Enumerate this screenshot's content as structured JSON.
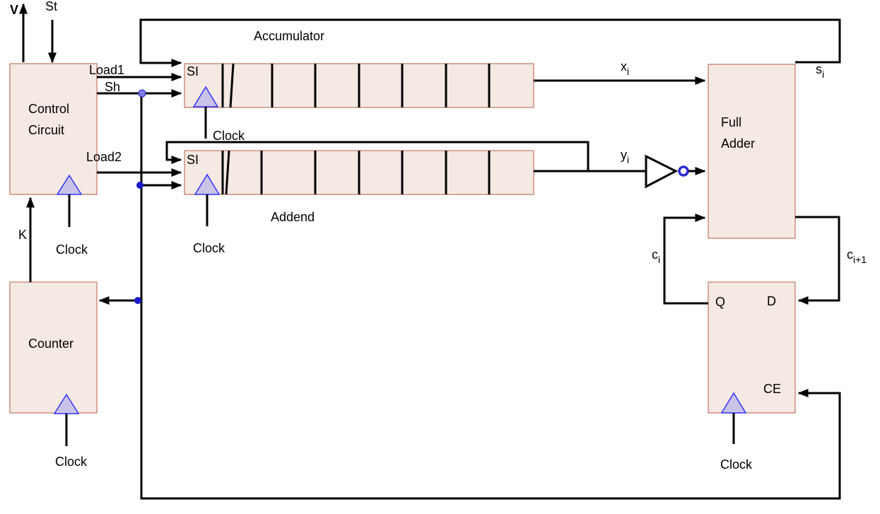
{
  "labels": {
    "v": "V",
    "st": "St",
    "accumulator": "Accumulator",
    "load1": "Load1",
    "sh": "Sh",
    "load2": "Load2",
    "si_acc": "SI",
    "si_add": "SI",
    "control_line1": "Control",
    "control_line2": "Circuit",
    "clock_shift_reg": "Clock",
    "addend": "Addend",
    "x_base": "x",
    "x_sub": "i",
    "y_base": "y",
    "y_sub": "i",
    "s_base": "s",
    "s_sub": "i",
    "full_line1": "Full",
    "full_line2": "Adder",
    "c_base": "c",
    "c_sub": "i",
    "cnext_base": "c",
    "cnext_sub": "i+1",
    "q": "Q",
    "d": "D",
    "ce": "CE",
    "k": "K",
    "counter": "Counter",
    "clock_control": "Clock",
    "clock_addend": "Clock",
    "clock_counter": "Clock",
    "clock_ff": "Clock"
  },
  "colors": {
    "block_fill": "#f5e9e3",
    "block_border": "#b85c45",
    "clock_triangle": "#c9c3e8",
    "junction_dot": "#1a1acc",
    "inverter_bubble": "#2a2ad6"
  }
}
